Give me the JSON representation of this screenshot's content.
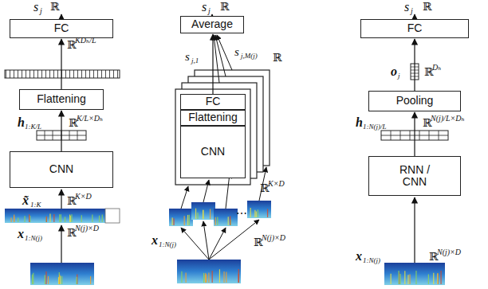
{
  "diagram": {
    "nodes": [
      {
        "text": [
          "FC"
        ]
      },
      {
        "text": [
          "Flattening"
        ]
      },
      {
        "text": [
          "CNN"
        ]
      },
      {
        "text": [
          "Average"
        ]
      },
      {
        "text": [
          "FC"
        ]
      },
      {
        "text": [
          "Flattening"
        ]
      },
      {
        "text": [
          "CNN"
        ]
      },
      {
        "text": [
          "FC"
        ]
      },
      {
        "text": [
          "Pooling"
        ]
      },
      {
        "text": [
          "RNN / CNN"
        ]
      }
    ],
    "edges": [
      {
        "from": 2,
        "to": 1,
        "arrow": "to"
      },
      {
        "from": 1,
        "to": 0,
        "arrow": "to"
      },
      {
        "from": 4,
        "to": 3,
        "arrow": "to"
      },
      {
        "from": 9,
        "to": 8,
        "arrow": "to"
      },
      {
        "from": 8,
        "to": 7,
        "arrow": "to"
      }
    ],
    "labels": [
      "s",
      "j",
      "ℝ",
      "ℝ",
      "KDₕ/L",
      "h",
      "1:K/L",
      "ℝ",
      "K/L×Dₕ",
      "x̃",
      "1:K",
      "ℝ",
      "K×D",
      "x",
      "1:N(j)",
      "ℝ",
      "N(j)×D",
      "s",
      "j",
      "ℝ",
      "s",
      "j,1",
      "s",
      "j,M(j)",
      "ℝ",
      "ℝ",
      "K×D",
      "x",
      "1:N(j)",
      "ℝ",
      "N(j)×D",
      "⋯",
      "s",
      "j",
      "ℝ",
      "o",
      "j",
      "ℝ",
      "Dₕ",
      "h",
      "1:N(j)/L",
      "ℝ",
      "N(j)/L×Dₕ",
      "x",
      "1:N(j)",
      "ℝ",
      "N(j)×D"
    ]
  }
}
